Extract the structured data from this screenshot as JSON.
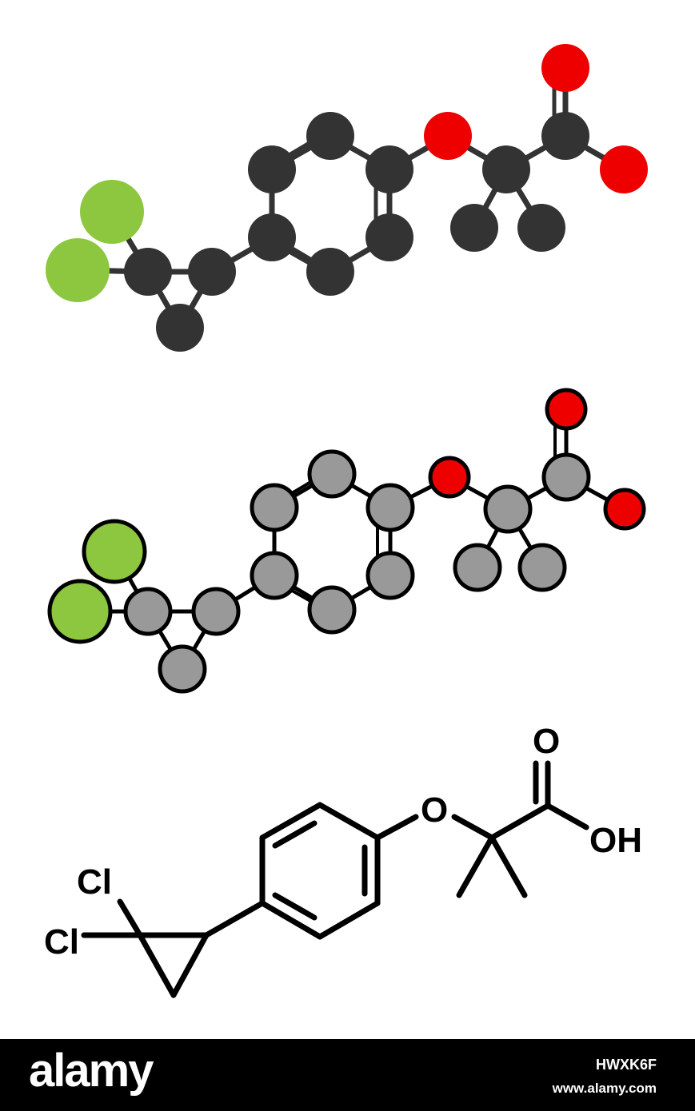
{
  "molecule_labels": {
    "cl_top": "Cl",
    "cl_left": "Cl",
    "o_ether": "O",
    "o_carbonyl": "O",
    "oh": "OH"
  },
  "colors": {
    "carbon_dark": "#333333",
    "carbon_light": "#999999",
    "oxygen": "#ee0000",
    "chlorine": "#8dc63f",
    "bond": "#333333",
    "outline": "#000000",
    "footer_bg": "#000000",
    "footer_text": "#ffffff"
  },
  "footer": {
    "brand": "alamy",
    "image_id": "HWXK6F",
    "site": "www.alamy.com"
  }
}
